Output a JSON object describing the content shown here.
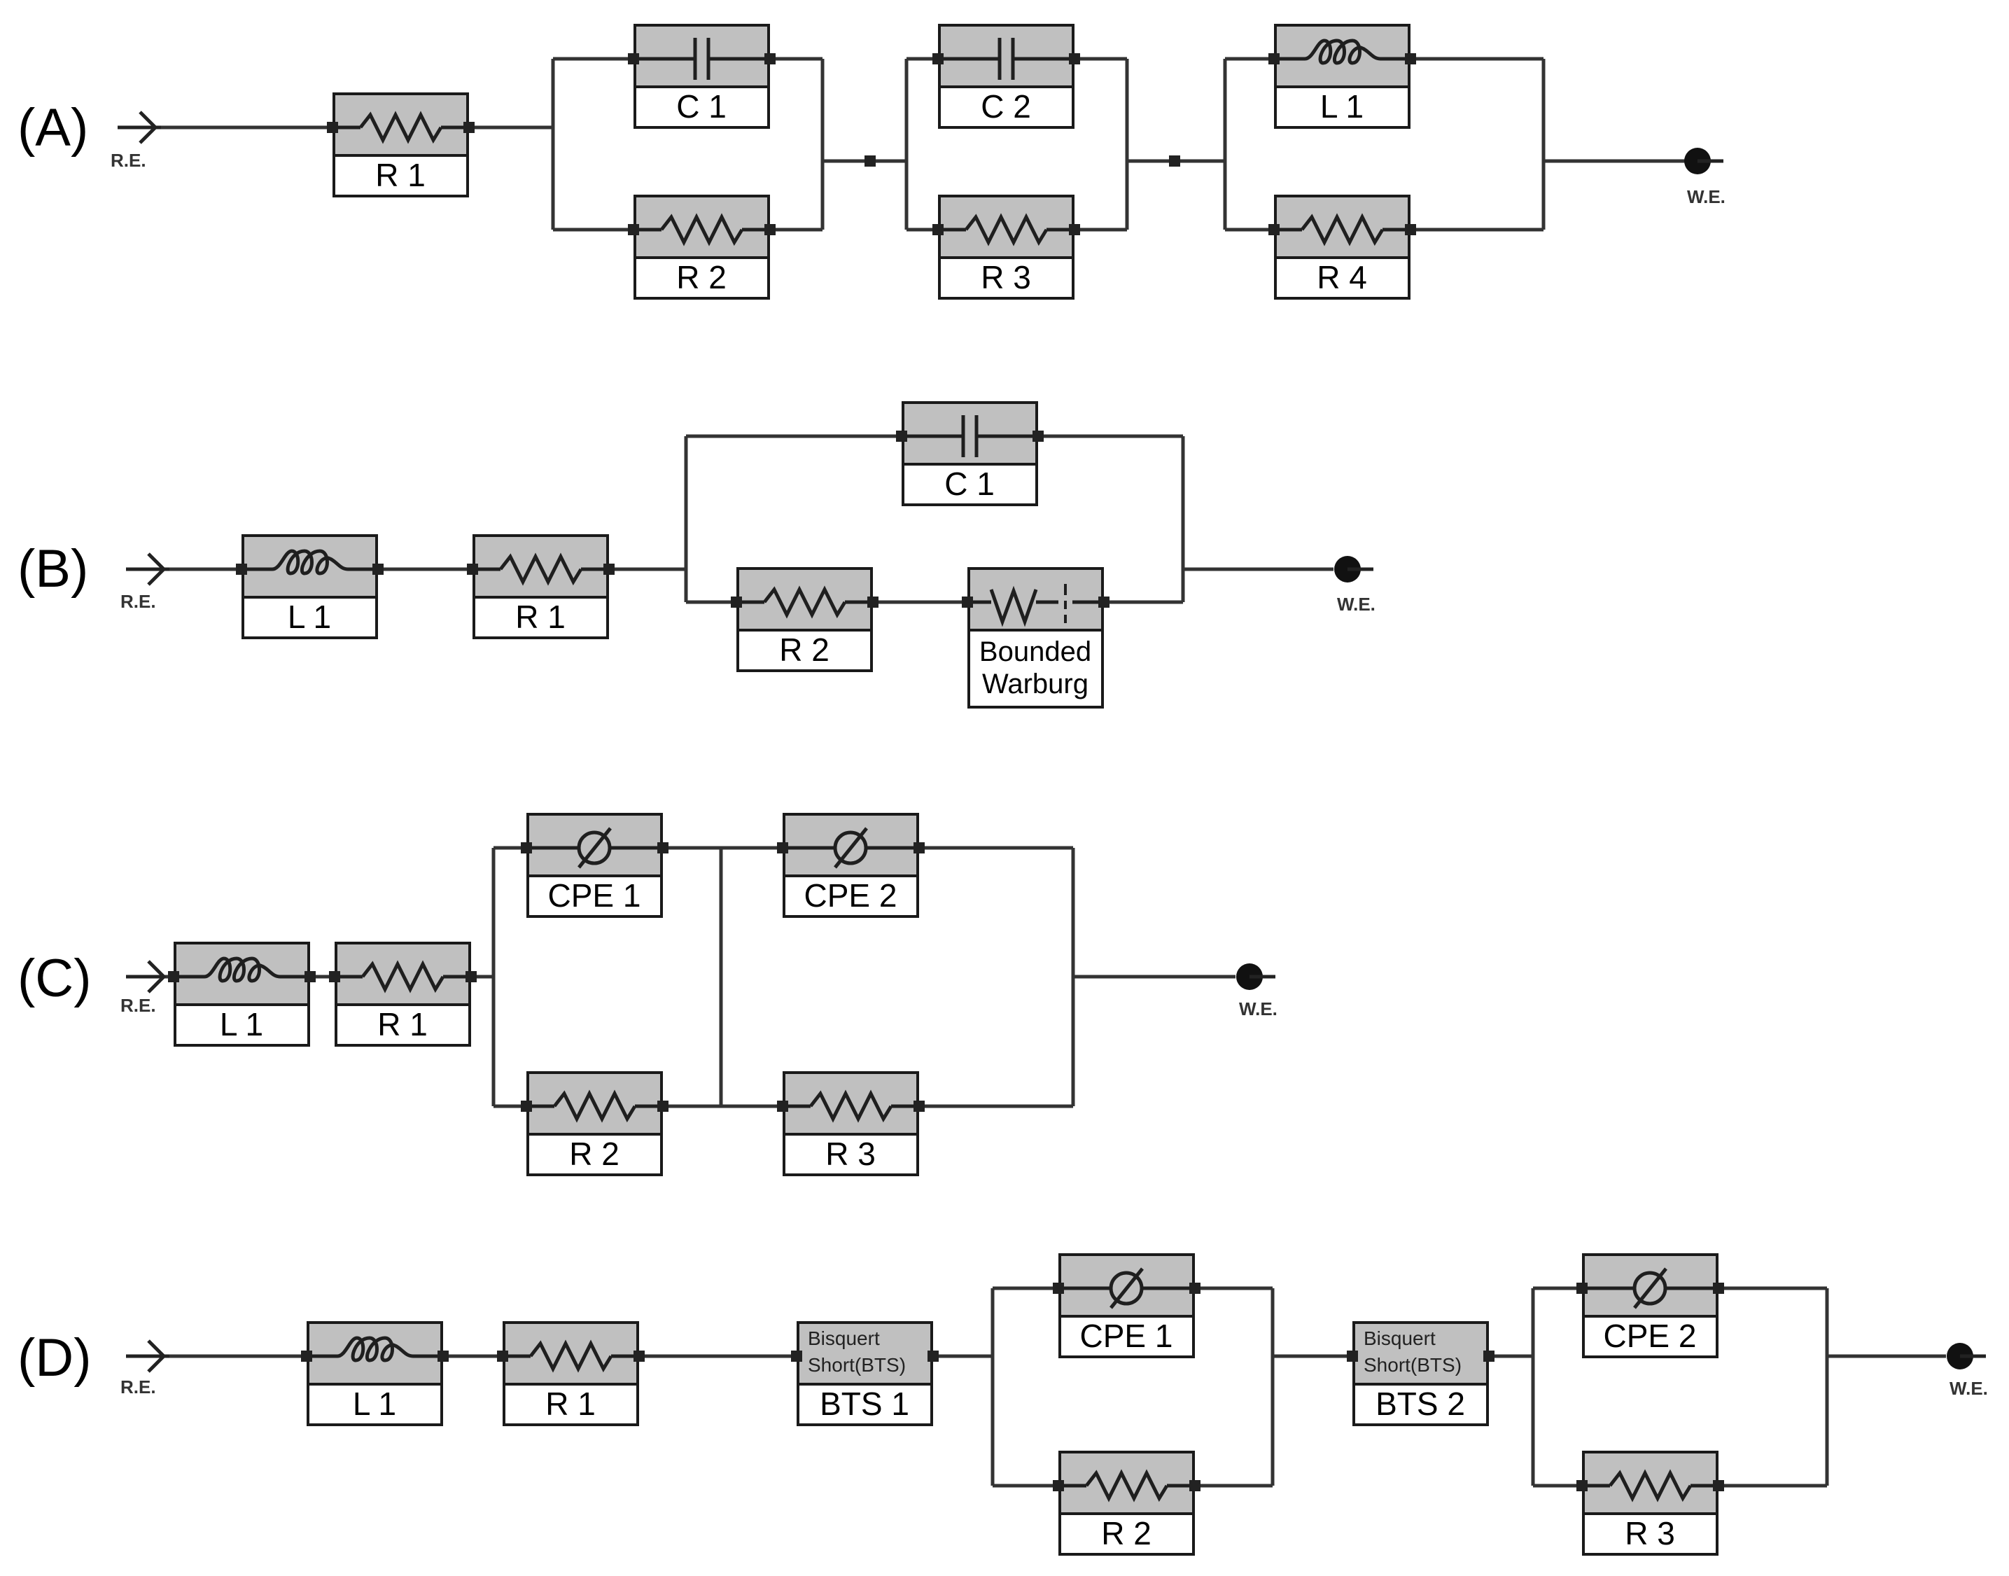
{
  "colors": {
    "wire": "#333333",
    "box_header": "#c0c0c0",
    "box_outline": "#1a1a1a",
    "symbol": "#1f1f1f",
    "background": "#ffffff"
  },
  "terminals": {
    "reference": "R.E.",
    "working": "W.E."
  },
  "circuits": [
    {
      "label": "(A)",
      "components": [
        {
          "type": "resistor",
          "name": "R 1"
        },
        {
          "type": "capacitor",
          "name": "C 1"
        },
        {
          "type": "resistor",
          "name": "R 2"
        },
        {
          "type": "capacitor",
          "name": "C 2"
        },
        {
          "type": "resistor",
          "name": "R 3"
        },
        {
          "type": "inductor",
          "name": "L 1"
        },
        {
          "type": "resistor",
          "name": "R 4"
        }
      ]
    },
    {
      "label": "(B)",
      "components": [
        {
          "type": "inductor",
          "name": "L 1"
        },
        {
          "type": "resistor",
          "name": "R 1"
        },
        {
          "type": "capacitor",
          "name": "C 1"
        },
        {
          "type": "resistor",
          "name": "R 2"
        },
        {
          "type": "warburg",
          "name": [
            "Bounded",
            "Warburg"
          ]
        }
      ]
    },
    {
      "label": "(C)",
      "components": [
        {
          "type": "inductor",
          "name": "L 1"
        },
        {
          "type": "resistor",
          "name": "R 1"
        },
        {
          "type": "cpe",
          "name": "CPE 1"
        },
        {
          "type": "resistor",
          "name": "R 2"
        },
        {
          "type": "cpe",
          "name": "CPE 2"
        },
        {
          "type": "resistor",
          "name": "R 3"
        }
      ]
    },
    {
      "label": "(D)",
      "components": [
        {
          "type": "inductor",
          "name": "L 1"
        },
        {
          "type": "resistor",
          "name": "R 1"
        },
        {
          "type": "bts",
          "header": [
            "Bisquert",
            "Short(BTS)"
          ],
          "name": "BTS 1"
        },
        {
          "type": "cpe",
          "name": "CPE 1"
        },
        {
          "type": "resistor",
          "name": "R 2"
        },
        {
          "type": "bts",
          "header": [
            "Bisquert",
            "Short(BTS)"
          ],
          "name": "BTS 2"
        },
        {
          "type": "cpe",
          "name": "CPE 2"
        },
        {
          "type": "resistor",
          "name": "R 3"
        }
      ]
    }
  ]
}
